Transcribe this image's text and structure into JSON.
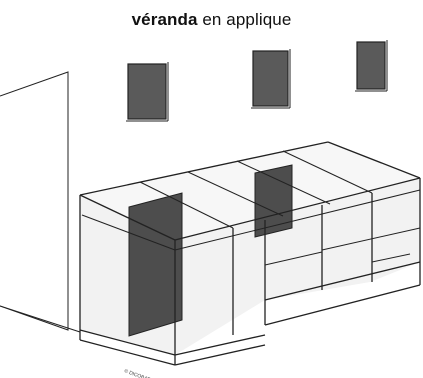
{
  "caption": {
    "bold": "véranda",
    "rest": " en applique"
  },
  "copyright": "© DICOBAT"
}
